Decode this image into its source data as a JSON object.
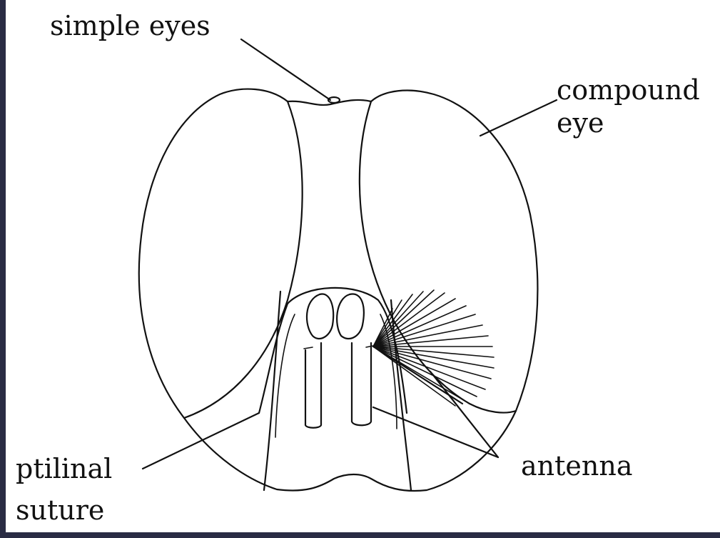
{
  "labels": {
    "simple_eyes": "simple  eyes",
    "compound_eye_line1": "compound",
    "compound_eye_line2": "eye",
    "ptilinal_line1": "ptilinal",
    "ptilinal_line2": "suture",
    "antenna": "antenna"
  },
  "colors": {
    "background": "#ffffff",
    "frame": "#2a2c44",
    "ink": "#111111"
  }
}
